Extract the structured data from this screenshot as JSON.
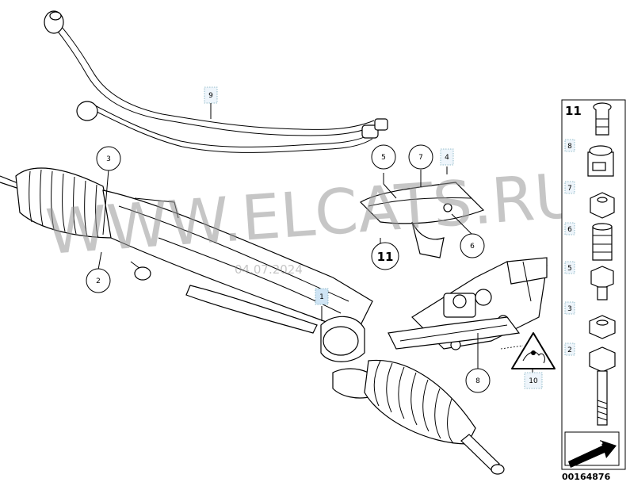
{
  "watermark": {
    "text": "WWW.ELCATS.RU",
    "date": "04.07.2024"
  },
  "callouts": {
    "c1": "1",
    "c2": "2",
    "c3": "3",
    "c4": "4",
    "c5": "5",
    "c6": "6",
    "c7": "7",
    "c8": "8",
    "c9": "9",
    "c10": "10",
    "c11": "11"
  },
  "legend": {
    "header": "11",
    "items": [
      "8",
      "7",
      "6",
      "5",
      "3",
      "2"
    ]
  },
  "diagram_id": "00164876"
}
